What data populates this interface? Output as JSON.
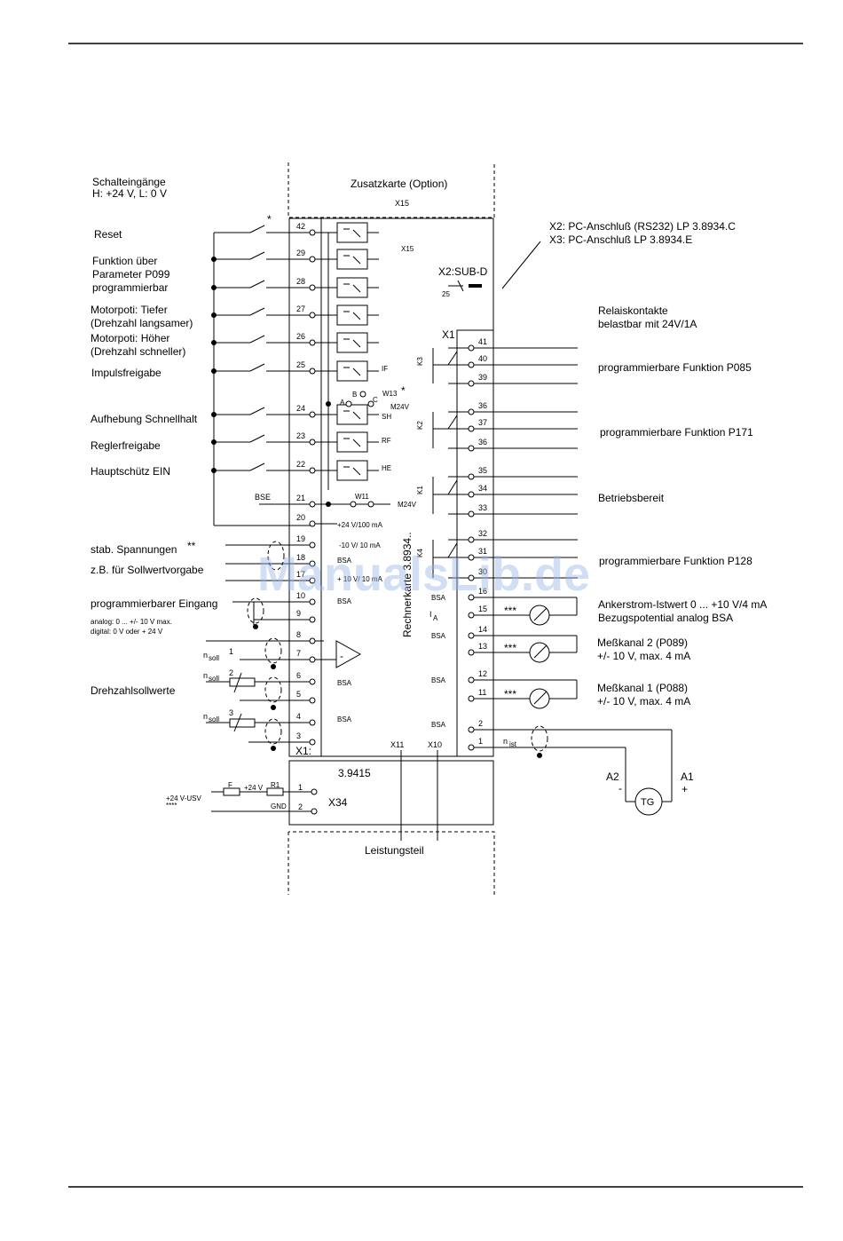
{
  "inputs_header": [
    "Schalteingänge",
    "H: +24 V, L: 0 V"
  ],
  "option_card": "Zusatzkarte (Option)",
  "x15": "X15",
  "x15_small": "X15",
  "pc_port": [
    "X2: PC-Anschluß (RS232) LP 3.8934.C",
    "X3: PC-Anschluß LP 3.8934.E"
  ],
  "subd": "X2:SUB-D",
  "subd_pin": "25",
  "x1_right": "X1",
  "x1_left": "X1:",
  "asterisk1": "*",
  "asterisk_w13": "*",
  "w13": "W13",
  "w11": "W11",
  "relay_header": [
    "Relaiskontakte",
    "belastbar mit 24V/1A"
  ],
  "input_labels": {
    "reset": "Reset",
    "p099": [
      "Funktion über",
      "Parameter P099",
      "programmierbar"
    ],
    "tiefer": [
      "Motorpoti: Tiefer",
      "(Drehzahl langsamer)"
    ],
    "hoeher": [
      "Motorpoti: Höher",
      "(Drehzahl schneller)"
    ],
    "impuls": "Impulsfreigabe",
    "schnellhalt": "Aufhebung Schnellhalt",
    "regler": "Reglerfreigabe",
    "hauptschuetz": "Hauptschütz EIN",
    "bse": "BSE",
    "stab": "stab. Spannungen",
    "stab_mark": "**",
    "sollwert": "z.B. für Sollwertvorgabe",
    "prog_eingang": "programmierbarer Eingang",
    "analog": "analog: 0 ... +/- 10 V max.",
    "digital": "digital: 0 V oder + 24 V",
    "nsoll": "n",
    "soll": "soll",
    "n1": "1",
    "n2": "2",
    "n3": "3",
    "drehzahl": "Drehzahlsollwerte"
  },
  "left_terminals": [
    "42",
    "29",
    "28",
    "27",
    "26",
    "25",
    "24",
    "23",
    "22",
    "21",
    "20",
    "19",
    "18",
    "17",
    "10",
    "9",
    "8",
    "7",
    "6",
    "5",
    "4",
    "3"
  ],
  "opto_labels": {
    "if": "IF",
    "sh": "SH",
    "rf": "RF",
    "he": "HE",
    "b": "B",
    "a": "A",
    "c": "C",
    "m24v_a": "M24V",
    "m24v_b": "M24V"
  },
  "term_notes": {
    "p24": "+24 V/100 mA",
    "m10": "-10 V/ 10 mA",
    "bsa18": "BSA",
    "p10": "+ 10 V/ 10 mA",
    "bsa10": "BSA",
    "bsa6": "BSA",
    "bsa4": "BSA",
    "minus": "-"
  },
  "card_name": "Rechnerkarte 3.8934..",
  "right_terminals": [
    "41",
    "40",
    "39",
    "36",
    "37",
    "36",
    "35",
    "34",
    "33",
    "32",
    "31",
    "30",
    "16",
    "15",
    "14",
    "13",
    "12",
    "11",
    "2",
    "1"
  ],
  "relays": {
    "k3": "K3",
    "k2": "K2",
    "k1": "K1",
    "k4": "K4"
  },
  "right_labels": {
    "p085": "programmierbare Funktion P085",
    "p171": "programmierbare Funktion P171",
    "betriebsbereit": "Betriebsbereit",
    "p128": "programmierbare Funktion P128",
    "anker": [
      "Ankerstrom-Istwert 0 ... +10 V/4 mA",
      "Bezugspotential analog BSA"
    ],
    "mess2": [
      "Meßkanal 2 (P089)",
      "+/- 10 V, max. 4 mA"
    ],
    "mess1": [
      "Meßkanal 1 (P088)",
      "+/- 10 V, max. 4 mA"
    ]
  },
  "right_small": {
    "bsa16": "BSA",
    "ia": "I",
    "ia_sub": "A",
    "bsa14": "BSA",
    "bsa12": "BSA",
    "bsa2": "BSA",
    "nist": "n",
    "nist_sub": "ist",
    "stars": "***"
  },
  "x11": "X11",
  "x10": "X10",
  "power_card": "3.9415",
  "x34": "X34",
  "power_terms": [
    "1",
    "2"
  ],
  "usv": [
    "+24 V-USV",
    "****"
  ],
  "fuse": "F",
  "p24v": "+24 V",
  "r1": "R1",
  "gnd": "GND",
  "leistungsteil": "Leistungsteil",
  "tacho": {
    "a2": "A2",
    "a1": "A1",
    "tg": "TG",
    "minus": "-",
    "plus": "+"
  },
  "watermark": "ManualsLib.de"
}
